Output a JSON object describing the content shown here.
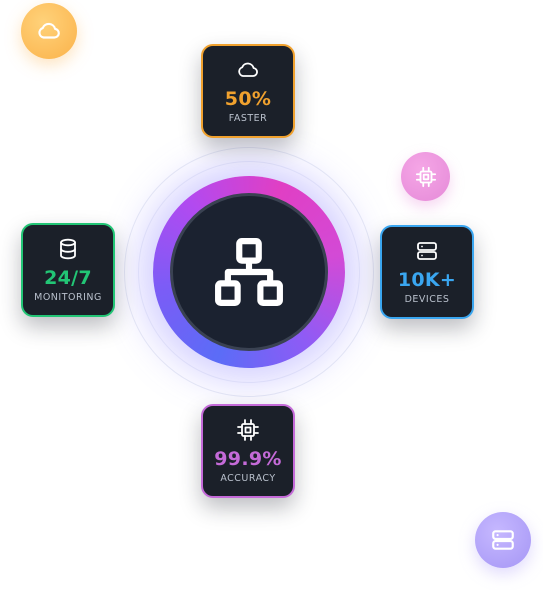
{
  "colors": {
    "faster": "#f0a12e",
    "monitoring": "#22c575",
    "devices": "#3aa6f0",
    "accuracy": "#c46ad8",
    "card_bg": "#1b2029",
    "label": "#b9c0cc"
  },
  "hub": {
    "icon": "network-hierarchy-icon"
  },
  "cards": [
    {
      "id": "faster",
      "value": "50%",
      "label": "FASTER",
      "icon": "cloud-icon"
    },
    {
      "id": "monitoring",
      "value": "24/7",
      "label": "MONITORING",
      "icon": "database-icon"
    },
    {
      "id": "devices",
      "value": "10K+",
      "label": "DEVICES",
      "icon": "server-icon"
    },
    {
      "id": "accuracy",
      "value": "99.9%",
      "label": "ACCURACY",
      "icon": "chip-icon"
    }
  ],
  "badges": [
    {
      "id": "cloud",
      "icon": "cloud-icon"
    },
    {
      "id": "chip",
      "icon": "chip-icon"
    },
    {
      "id": "server",
      "icon": "server-icon"
    }
  ]
}
